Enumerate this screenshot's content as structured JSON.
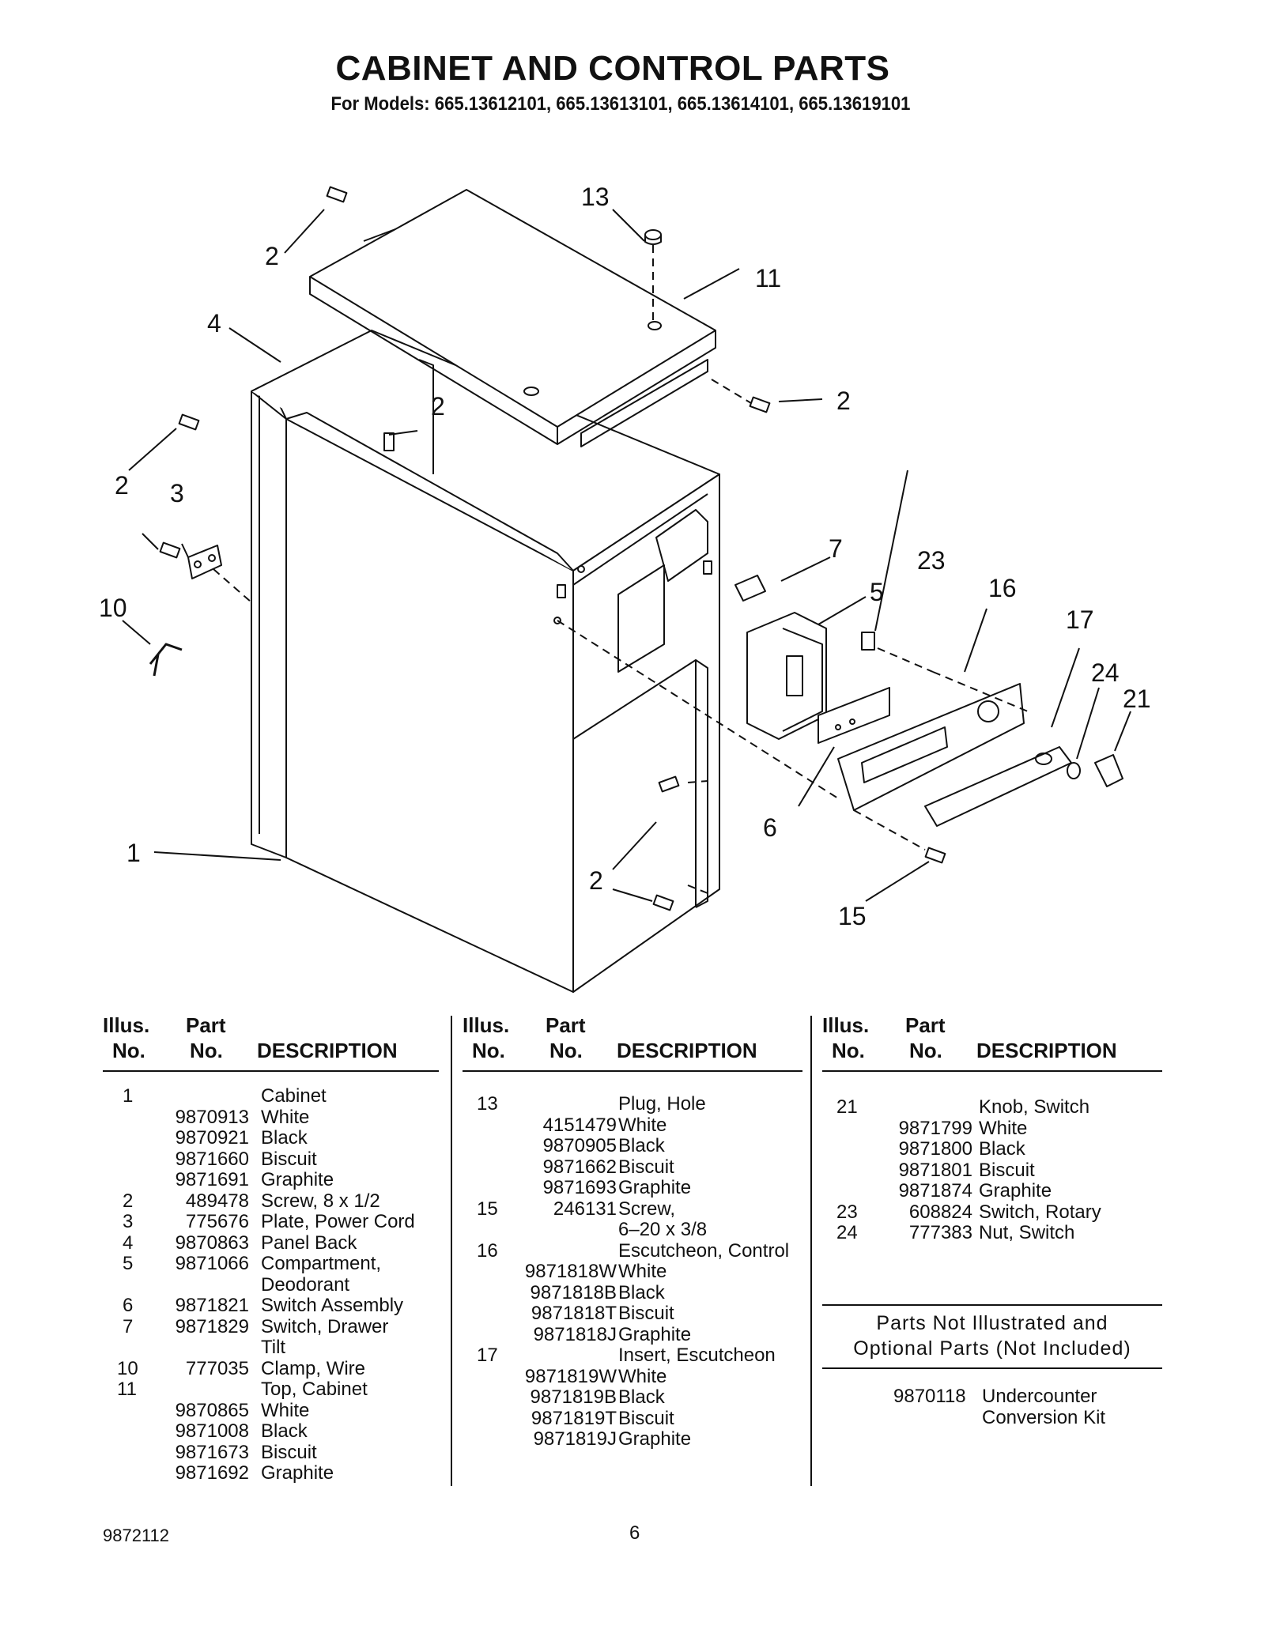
{
  "header": {
    "title": "CABINET AND CONTROL PARTS",
    "subtitle": "For Models: 665.13612101, 665.13613101, 665.13614101, 665.13619101"
  },
  "diagram": {
    "callouts": [
      "13",
      "11",
      "2",
      "4",
      "2",
      "2",
      "2",
      "3",
      "10",
      "7",
      "23",
      "5",
      "16",
      "17",
      "24",
      "21",
      "6",
      "1",
      "2",
      "15"
    ]
  },
  "table_headers": {
    "illus": "Illus.",
    "no": "No.",
    "part": "Part",
    "part_no": "No.",
    "description": "DESCRIPTION"
  },
  "columns": [
    {
      "rows": [
        [
          "1",
          "",
          "Cabinet"
        ],
        [
          "",
          "9870913",
          "White"
        ],
        [
          "",
          "9870921",
          "Black"
        ],
        [
          "",
          "9871660",
          "Biscuit"
        ],
        [
          "",
          "9871691",
          "Graphite"
        ],
        [
          "2",
          "489478",
          "Screw, 8 x 1/2"
        ],
        [
          "3",
          "775676",
          "Plate, Power Cord"
        ],
        [
          "4",
          "9870863",
          "Panel Back"
        ],
        [
          "5",
          "9871066",
          "Compartment,"
        ],
        [
          "",
          "",
          "Deodorant"
        ],
        [
          "6",
          "9871821",
          "Switch Assembly"
        ],
        [
          "7",
          "9871829",
          "Switch, Drawer"
        ],
        [
          "",
          "",
          "Tilt"
        ],
        [
          "10",
          "777035",
          "Clamp, Wire"
        ],
        [
          "11",
          "",
          "Top, Cabinet"
        ],
        [
          "",
          "9870865",
          "White"
        ],
        [
          "",
          "9871008",
          "Black"
        ],
        [
          "",
          "9871673",
          "Biscuit"
        ],
        [
          "",
          "9871692",
          "Graphite"
        ]
      ]
    },
    {
      "rows": [
        [
          "13",
          "",
          "Plug, Hole"
        ],
        [
          "",
          "4151479",
          "White"
        ],
        [
          "",
          "9870905",
          "Black"
        ],
        [
          "",
          "9871662",
          "Biscuit"
        ],
        [
          "",
          "9871693",
          "Graphite"
        ],
        [
          "15",
          "246131",
          "Screw,"
        ],
        [
          "",
          "",
          "6–20 x 3/8"
        ],
        [
          "16",
          "",
          "Escutcheon, Control"
        ],
        [
          "",
          "9871818W",
          "White"
        ],
        [
          "",
          "9871818B",
          "Black"
        ],
        [
          "",
          "9871818T",
          "Biscuit"
        ],
        [
          "",
          "9871818J",
          "Graphite"
        ],
        [
          "17",
          "",
          "Insert, Escutcheon"
        ],
        [
          "",
          "9871819W",
          "White"
        ],
        [
          "",
          "9871819B",
          "Black"
        ],
        [
          "",
          "9871819T",
          "Biscuit"
        ],
        [
          "",
          "9871819J",
          "Graphite"
        ]
      ]
    },
    {
      "rows": [
        [
          "21",
          "",
          "Knob, Switch"
        ],
        [
          "",
          "9871799",
          "White"
        ],
        [
          "",
          "9871800",
          "Black"
        ],
        [
          "",
          "9871801",
          "Biscuit"
        ],
        [
          "",
          "9871874",
          "Graphite"
        ],
        [
          "23",
          "608824",
          "Switch, Rotary"
        ],
        [
          "24",
          "777383",
          "Nut, Switch"
        ]
      ]
    }
  ],
  "extra": {
    "heading_line1": "Parts Not Illustrated and",
    "heading_line2": "Optional Parts (Not Included)",
    "part_no": "9870118",
    "desc_line1": "Undercounter",
    "desc_line2": "Conversion Kit"
  },
  "footer": {
    "doc_number": "9872112",
    "page": "6"
  }
}
